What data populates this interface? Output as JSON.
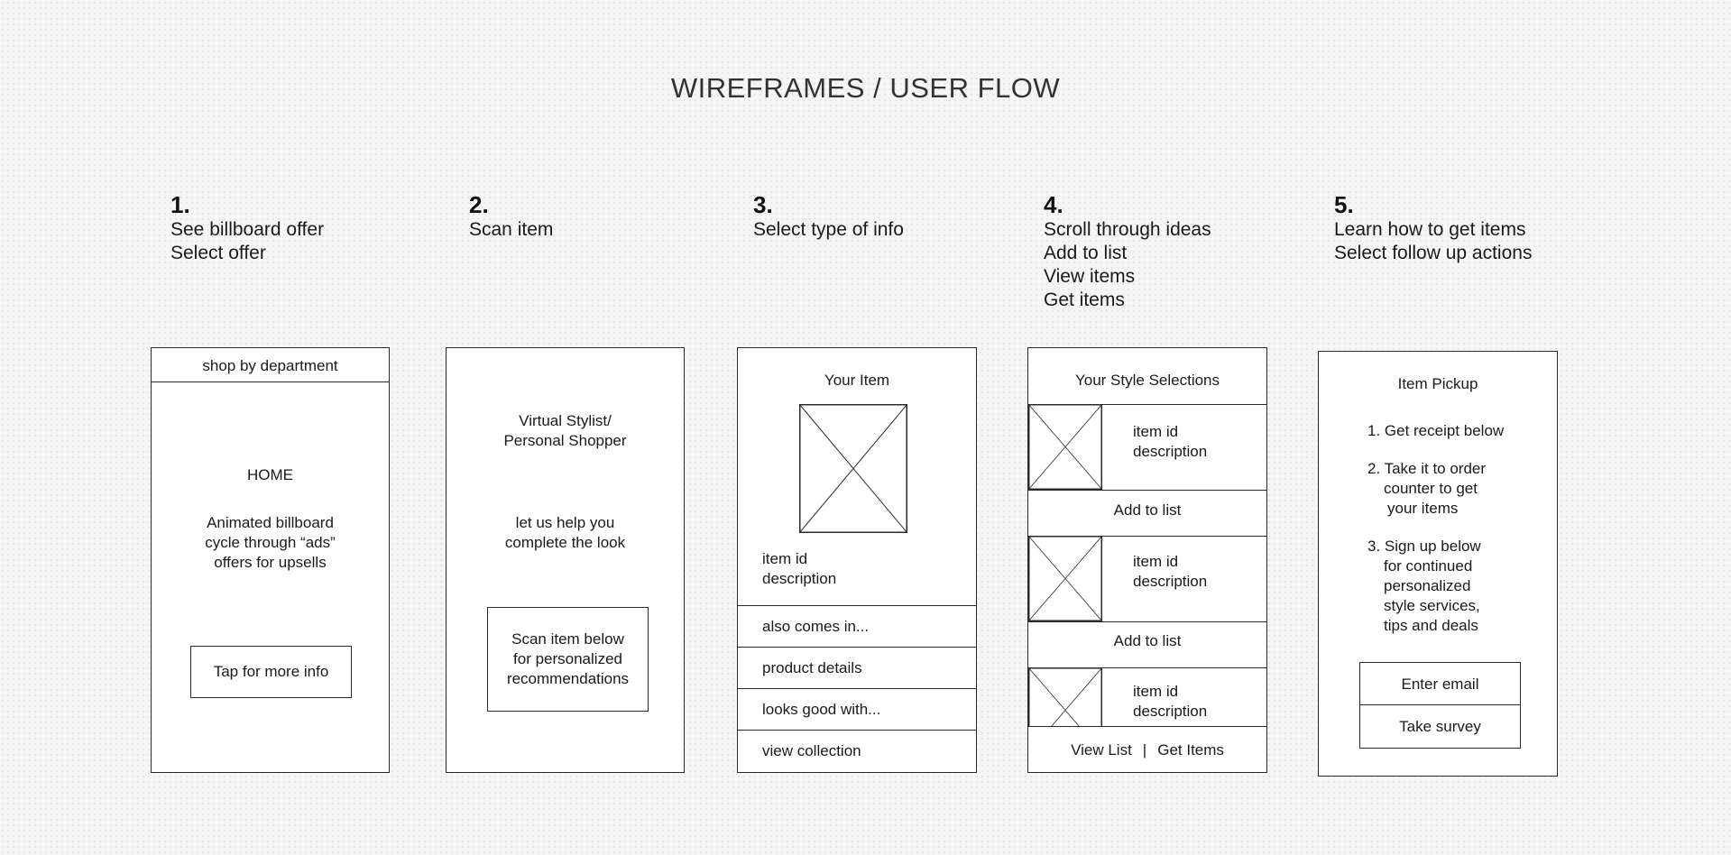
{
  "title": "WIREFRAMES / USER FLOW",
  "steps": [
    {
      "num": "1.",
      "lines": [
        "See billboard offer",
        "Select offer"
      ]
    },
    {
      "num": "2.",
      "lines": [
        "Scan item"
      ]
    },
    {
      "num": "3.",
      "lines": [
        "Select type of info"
      ]
    },
    {
      "num": "4.",
      "lines": [
        "Scroll through ideas",
        "Add to list",
        "View items",
        "Get items"
      ]
    },
    {
      "num": "5.",
      "lines": [
        "Learn how to get items",
        "Select follow up actions"
      ]
    }
  ],
  "screen1": {
    "header": "shop by department",
    "home": "HOME",
    "billboard_lines": [
      "Animated billboard",
      "cycle through “ads”",
      "offers for upsells"
    ],
    "button": "Tap for more info"
  },
  "screen2": {
    "title_lines": [
      "Virtual Stylist/",
      "Personal Shopper"
    ],
    "help_lines": [
      "let us help you",
      "complete the look"
    ],
    "button_lines": [
      "Scan item below",
      "for personalized",
      "recommendations"
    ]
  },
  "screen3": {
    "title": "Your Item",
    "item_lines": [
      "item id",
      "description"
    ],
    "menu": [
      "also comes in...",
      "product details",
      "looks good with...",
      "view collection"
    ]
  },
  "screen4": {
    "title": "Your Style Selections",
    "item_lines": [
      "item id",
      "description"
    ],
    "add_label": "Add to list",
    "footer_view": "View List",
    "footer_sep": "|",
    "footer_get": "Get Items"
  },
  "screen5": {
    "title": "Item Pickup",
    "step1": [
      "1. Get receipt below"
    ],
    "step2": [
      "2. Take it to order",
      "counter to get",
      "your items"
    ],
    "step3": [
      "3. Sign up below",
      "for continued",
      "personalized",
      "style services,",
      "tips and deals"
    ],
    "button_email": "Enter email",
    "button_survey": "Take survey"
  }
}
